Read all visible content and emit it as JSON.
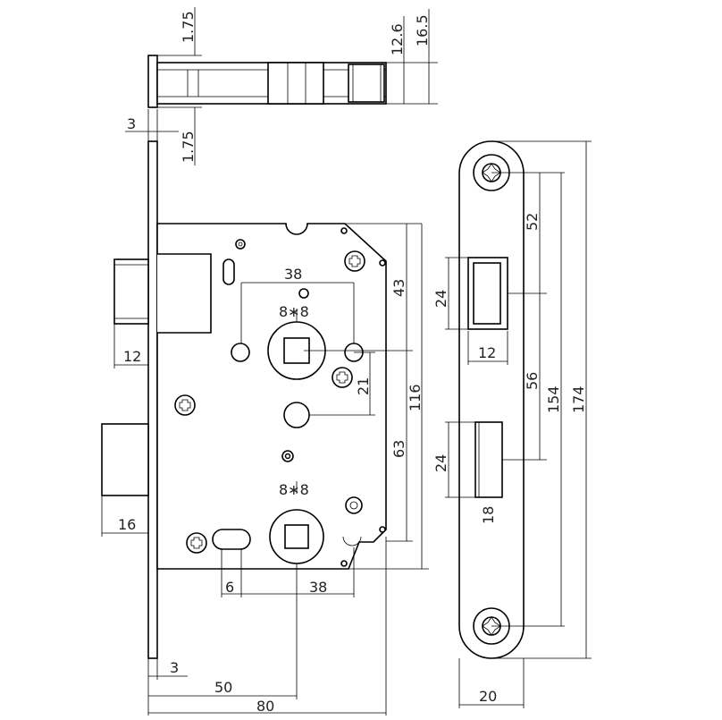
{
  "views": {
    "top": {
      "label": "top-view"
    },
    "side": {
      "label": "side-view"
    },
    "faceplate": {
      "label": "faceplate-view"
    }
  },
  "dimensions": {
    "top_flange_upper": "1.75",
    "top_flange_lower": "1.75",
    "top_face_thickness": "3",
    "top_height_small": "12.6",
    "top_height_large": "16.5",
    "latch_projection": "12",
    "bolt_projection": "16",
    "spindle_spacing": "38",
    "spindle_upper_square": "8∗8",
    "spindle_lower_square": "8∗8",
    "spindle_to_hole": "21",
    "top_to_spindle": "43",
    "spindle_to_cylinder": "63",
    "case_height": "116",
    "slot_width": "6",
    "bottom_spacing": "38",
    "face_thickness_bottom": "3",
    "backset": "50",
    "overall_depth": "80",
    "plate_latch_height": "24",
    "plate_latch_width": "12",
    "plate_bolt_height": "24",
    "plate_bolt_width": "18",
    "plate_top_to_latch": "52",
    "plate_latch_to_bolt": "56",
    "plate_screw_spacing": "154",
    "plate_length": "174",
    "plate_width": "20"
  }
}
